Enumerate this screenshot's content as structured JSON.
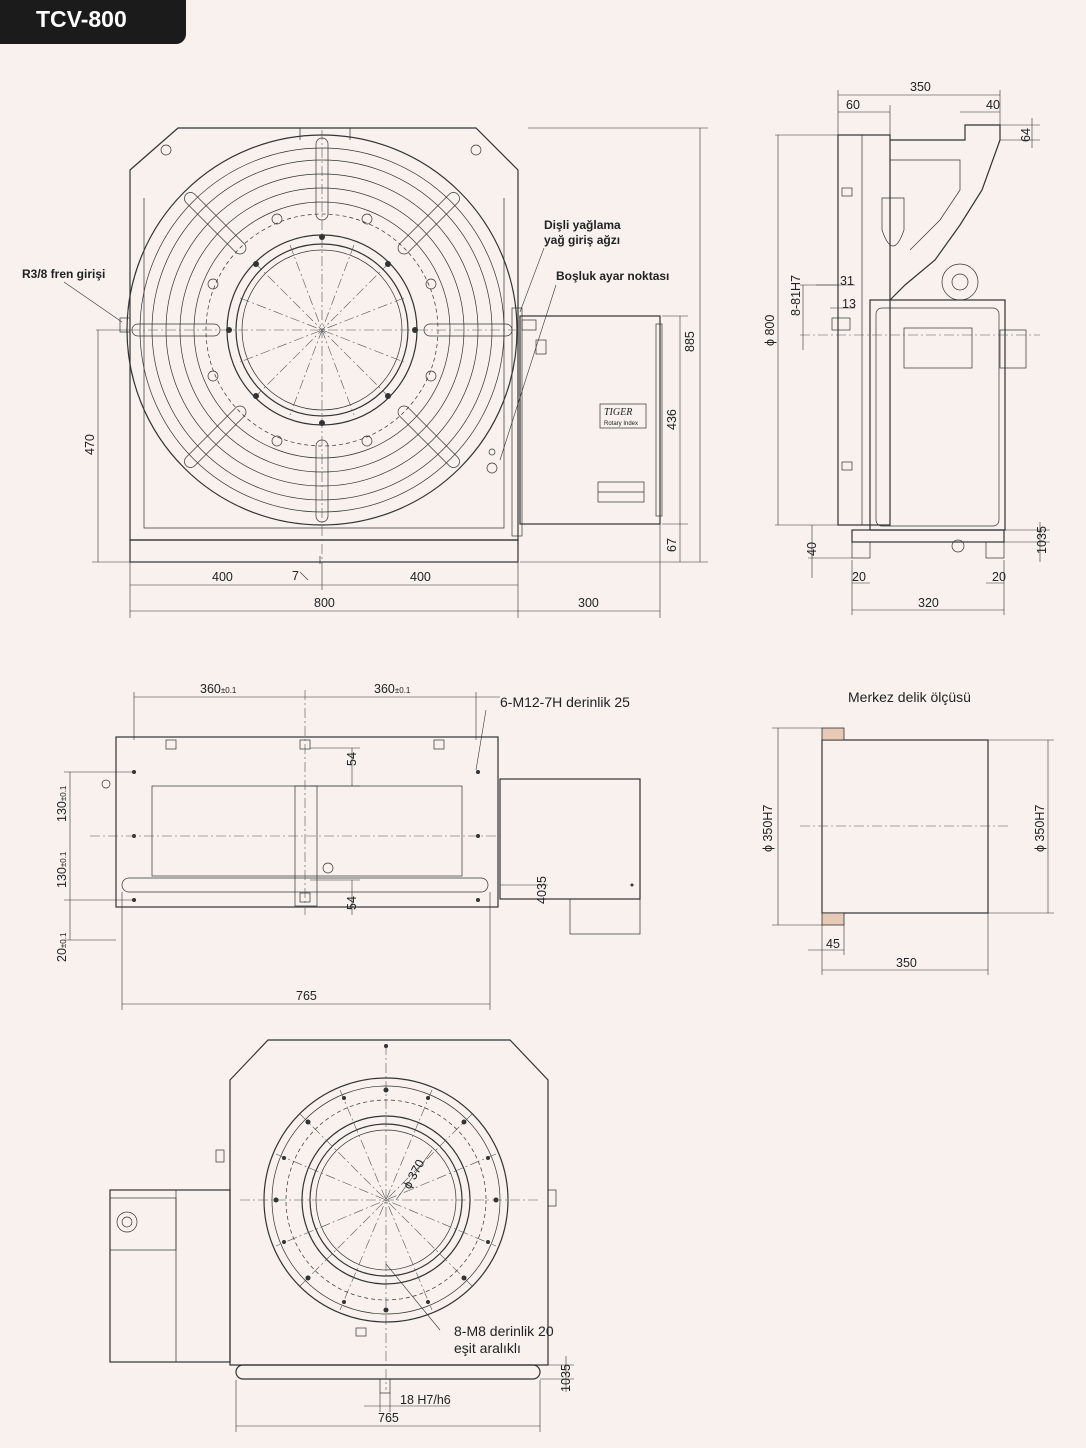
{
  "title": "TCV-800",
  "annotations": {
    "brake_input": "R3/8 fren girişi",
    "gear_oil_1": "Dişli yağlama",
    "gear_oil_2": "yağ giriş ağzı",
    "backlash": "Boşluk ayar noktası",
    "tapped_holes": "6-M12-7H derinlik 25",
    "center_hole": "Merkez delik ölçüsü",
    "m8_1": "8-M8 derinlik 20",
    "m8_2": "eşit aralıklı"
  },
  "brand": {
    "name": "TIGER",
    "sub": "Rotary Index"
  },
  "dims": {
    "front": {
      "d885": "885",
      "d436": "436",
      "d470": "470",
      "d67": "67",
      "d400a": "400",
      "d400b": "400",
      "d7": "7",
      "d800": "800",
      "d300": "300"
    },
    "side": {
      "d350": "350",
      "d60": "60",
      "d40": "40",
      "d64": "64",
      "d31": "31",
      "d13": "13",
      "d881h7": "8-81H7",
      "dphi800": "ϕ 800",
      "d40b": "40",
      "d20a": "20",
      "d20b": "20",
      "d10": "10",
      "d35": "35",
      "d320": "320"
    },
    "plan": {
      "d360a": "360",
      "d360b": "360",
      "tol": "±0.1",
      "d54a": "54",
      "d54b": "54",
      "d130a": "130",
      "d130b": "130",
      "d20": "20",
      "d40": "40",
      "d35": "35",
      "d765": "765"
    },
    "hole": {
      "d350h7a": "ϕ 350H7",
      "d350h7b": "ϕ 350H7",
      "d45": "45",
      "d350": "350"
    },
    "bottom": {
      "d370": "ϕ 370",
      "d10": "10",
      "d35": "35",
      "d18": "18 H7/h6",
      "d765": "765"
    }
  }
}
